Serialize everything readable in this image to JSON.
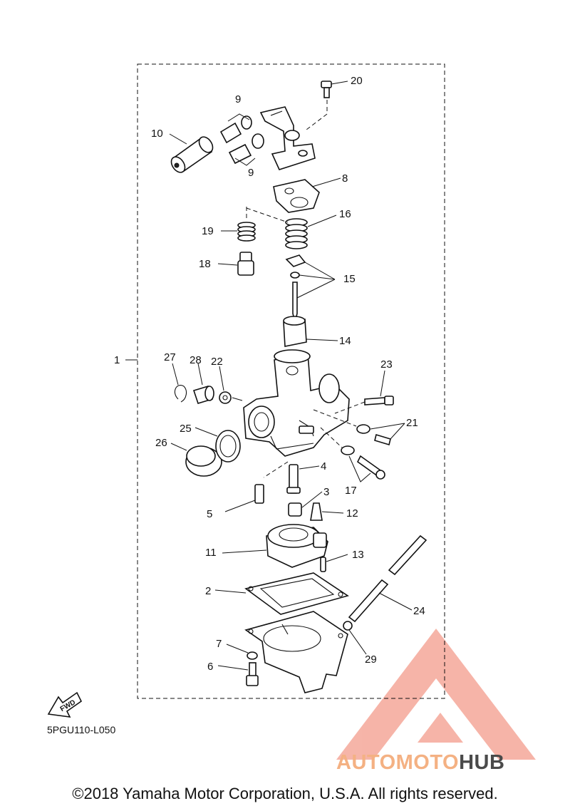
{
  "diagram": {
    "part_labels": {
      "p1": "1",
      "p2": "2",
      "p3": "3",
      "p4": "4",
      "p5": "5",
      "p6": "6",
      "p7": "7",
      "p8": "8",
      "p9a": "9",
      "p9b": "9",
      "p10": "10",
      "p11": "11",
      "p12": "12",
      "p13": "13",
      "p14": "14",
      "p15": "15",
      "p16": "16",
      "p17": "17",
      "p18": "18",
      "p19": "19",
      "p20": "20",
      "p21": "21",
      "p22": "22",
      "p23": "23",
      "p24": "24",
      "p25": "25",
      "p26": "26",
      "p27": "27",
      "p28": "28",
      "p29": "29"
    },
    "fwd_label": "FWD",
    "diagram_code": "5PGU110-L050",
    "copyright": "©2018 Yamaha Motor Corporation, U.S.A. All rights reserved.",
    "watermark": {
      "part1": "AUTOMOTO",
      "part2": "HUB",
      "color_primary": "#f39c8c",
      "color_secondary": "#f4b183",
      "color_dark": "#4a4a4a"
    }
  }
}
